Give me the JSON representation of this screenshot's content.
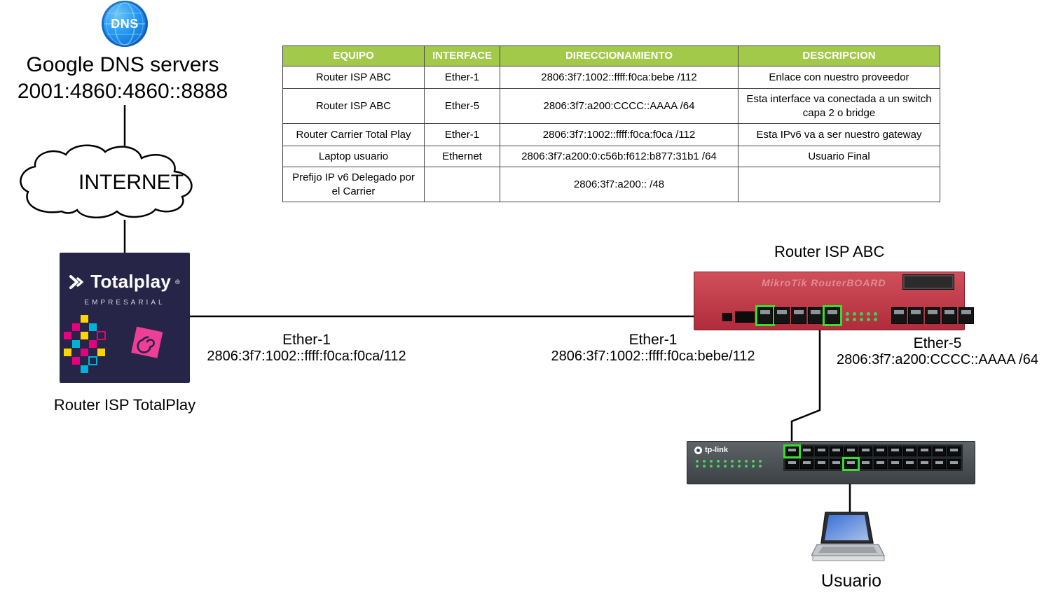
{
  "dns": {
    "icon_label": "DNS",
    "title": "Google DNS servers",
    "address": "2001:4860:4860::8888"
  },
  "internet": {
    "label": "INTERNET"
  },
  "totalplay": {
    "brand": "Totalplay",
    "registered": "®",
    "subtitle": "EMPRESARIAL",
    "caption": "Router ISP TotalPlay"
  },
  "table": {
    "headers": [
      "EQUIPO",
      "INTERFACE",
      "DIRECCIONAMIENTO",
      "DESCRIPCION"
    ],
    "rows": [
      [
        "Router ISP ABC",
        "Ether-1",
        "2806:3f7:1002::ffff:f0ca:bebe /112",
        "Enlace con nuestro proveedor"
      ],
      [
        "Router ISP ABC",
        "Ether-5",
        "2806:3f7:a200:CCCC::AAAA /64",
        "Esta interface va conectada a un switch capa 2 o bridge"
      ],
      [
        "Router Carrier Total Play",
        "Ether-1",
        "2806:3f7:1002::ffff:f0ca:f0ca /112",
        "Esta IPv6 va a ser nuestro gateway"
      ],
      [
        "Laptop usuario",
        "Ethernet",
        "2806:3f7:a200:0:c56b:f612:b877:31b1 /64",
        "Usuario Final"
      ],
      [
        "Prefijo IP v6 Delegado por el Carrier",
        "",
        "2806:3f7:a200:: /48",
        ""
      ]
    ]
  },
  "router_abc": {
    "caption": "Router ISP ABC",
    "device_text": "MikroTik RouterBOARD"
  },
  "links": {
    "left": {
      "interface": "Ether-1",
      "address": "2806:3f7:1002::ffff:f0ca:f0ca/112"
    },
    "right": {
      "interface": "Ether-1",
      "address": "2806:3f7:1002::ffff:f0ca:bebe/112"
    },
    "ether5": {
      "interface": "Ether-5",
      "address": "2806:3f7:a200:CCCC::AAAA /64"
    }
  },
  "switch_device": {
    "brand": "tp-link"
  },
  "user": {
    "caption": "Usuario"
  },
  "colors": {
    "table_header_bg": "#a2c94a",
    "router_red": "#c23a48",
    "connected_port_green": "#35e02a",
    "totalplay_navy": "#262547",
    "dns_blue": "#2196f3"
  }
}
